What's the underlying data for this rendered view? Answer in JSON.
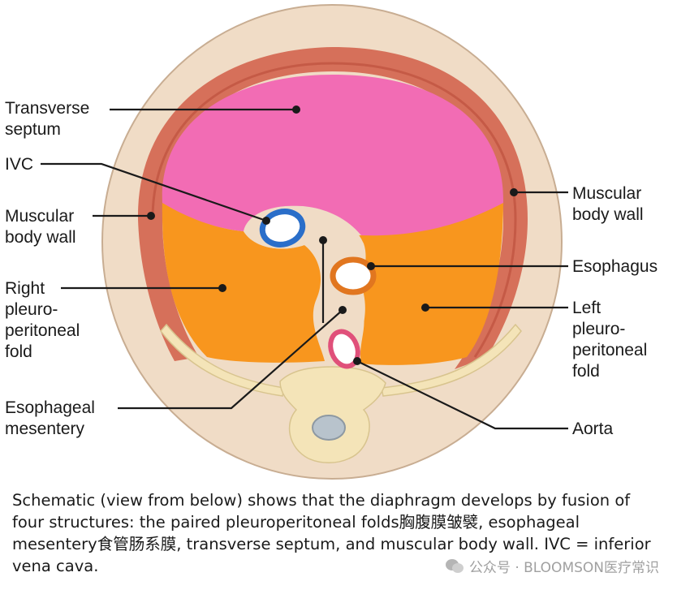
{
  "labels": {
    "transverse_septum": "Transverse\nseptum",
    "ivc": "IVC",
    "muscular_left": "Muscular\nbody wall",
    "right_fold": "Right\npleuro-\nperitoneal\nfold",
    "esophageal_mesentery": "Esophageal\nmesentery",
    "muscular_right": "Muscular\nbody wall",
    "esophagus": "Esophagus",
    "left_fold": "Left\npleuro-\nperitoneal\nfold",
    "aorta": "Aorta"
  },
  "caption": "Schematic (view from below) shows that the diaphragm develops by fusion of four structures: the paired pleuroperitoneal folds胸腹膜皱襞, esophageal mesentery食管肠系膜, transverse septum, and muscular body wall. IVC = inferior vena cava.",
  "watermark": "公众号 · BLOOMSON医疗常识",
  "colors": {
    "body": "#f0dcc6",
    "muscle": "#d6705a",
    "septum": "#f26cb4",
    "fold": "#f8961e",
    "bone": "#f4e4b8",
    "ivc_ring": "#2a6ec9",
    "esophagus_ring": "#e1761f",
    "aorta_ring": "#e0507a"
  }
}
